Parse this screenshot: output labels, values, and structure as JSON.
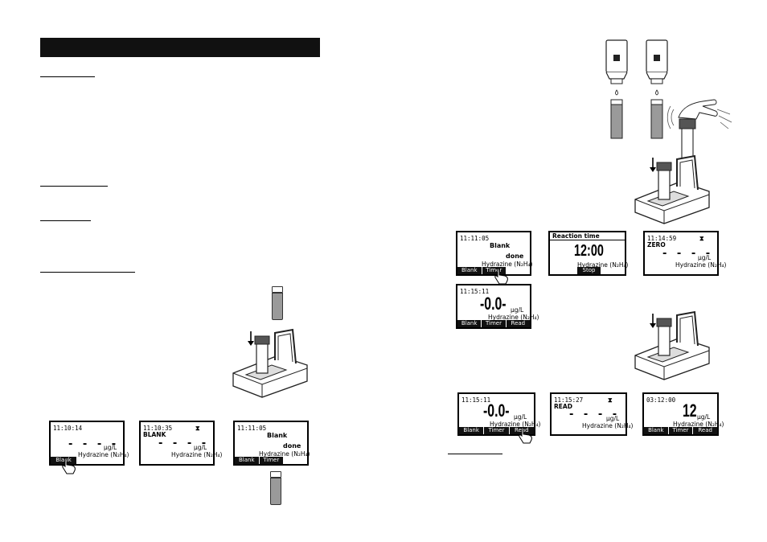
{
  "screens": {
    "s1": {
      "time": "11:10:14",
      "dashes": "- - - -",
      "unit": "µg/L",
      "param": "Hydrazine (N₂H₄)",
      "softkeys": [
        "Blank"
      ]
    },
    "s2": {
      "time": "11:10:35",
      "status": "BLANK",
      "dashes": "- - - -",
      "unit": "µg/L",
      "param": "Hydrazine (N₂H₄)"
    },
    "s3": {
      "time": "11:11:05",
      "blank": "Blank",
      "done": "done",
      "param": "Hydrazine (N₂H₄)",
      "softkeys": [
        "Blank",
        "Timer"
      ]
    },
    "s4": {
      "time": "11:11:05",
      "blank": "Blank",
      "done": "done",
      "param": "Hydrazine (N₂H₄)",
      "softkeys": [
        "Blank",
        "Timer"
      ]
    },
    "s5": {
      "title": "Reaction time",
      "big": "12:00",
      "param": "Hydrazine (N₂H₄)",
      "softkeys": [
        "Stop"
      ]
    },
    "s6": {
      "time": "11:14:59",
      "status": "ZERO",
      "dashes": "- - - -",
      "unit": "µg/L",
      "param": "Hydrazine (N₂H₄)"
    },
    "s7": {
      "time": "11:15:11",
      "big": "-0.0-",
      "unit": "µg/L",
      "param": "Hydrazine (N₂H₄)",
      "softkeys": [
        "Blank",
        "Timer",
        "Read"
      ]
    },
    "s8": {
      "time": "11:15:11",
      "big": "-0.0-",
      "unit": "µg/L",
      "param": "Hydrazine (N₂H₄)",
      "softkeys": [
        "Blank",
        "Timer",
        "Read"
      ]
    },
    "s9": {
      "time": "11:15:27",
      "status": "READ",
      "dashes": "- - - -",
      "unit": "µg/L",
      "param": "Hydrazine (N₂H₄)"
    },
    "s10": {
      "time": "03:12:00",
      "big": "12",
      "unit": "µg/L",
      "param": "Hydrazine (N₂H₄)",
      "softkeys": [
        "Blank",
        "Timer",
        "Read"
      ]
    }
  },
  "hourglass": "⧗"
}
